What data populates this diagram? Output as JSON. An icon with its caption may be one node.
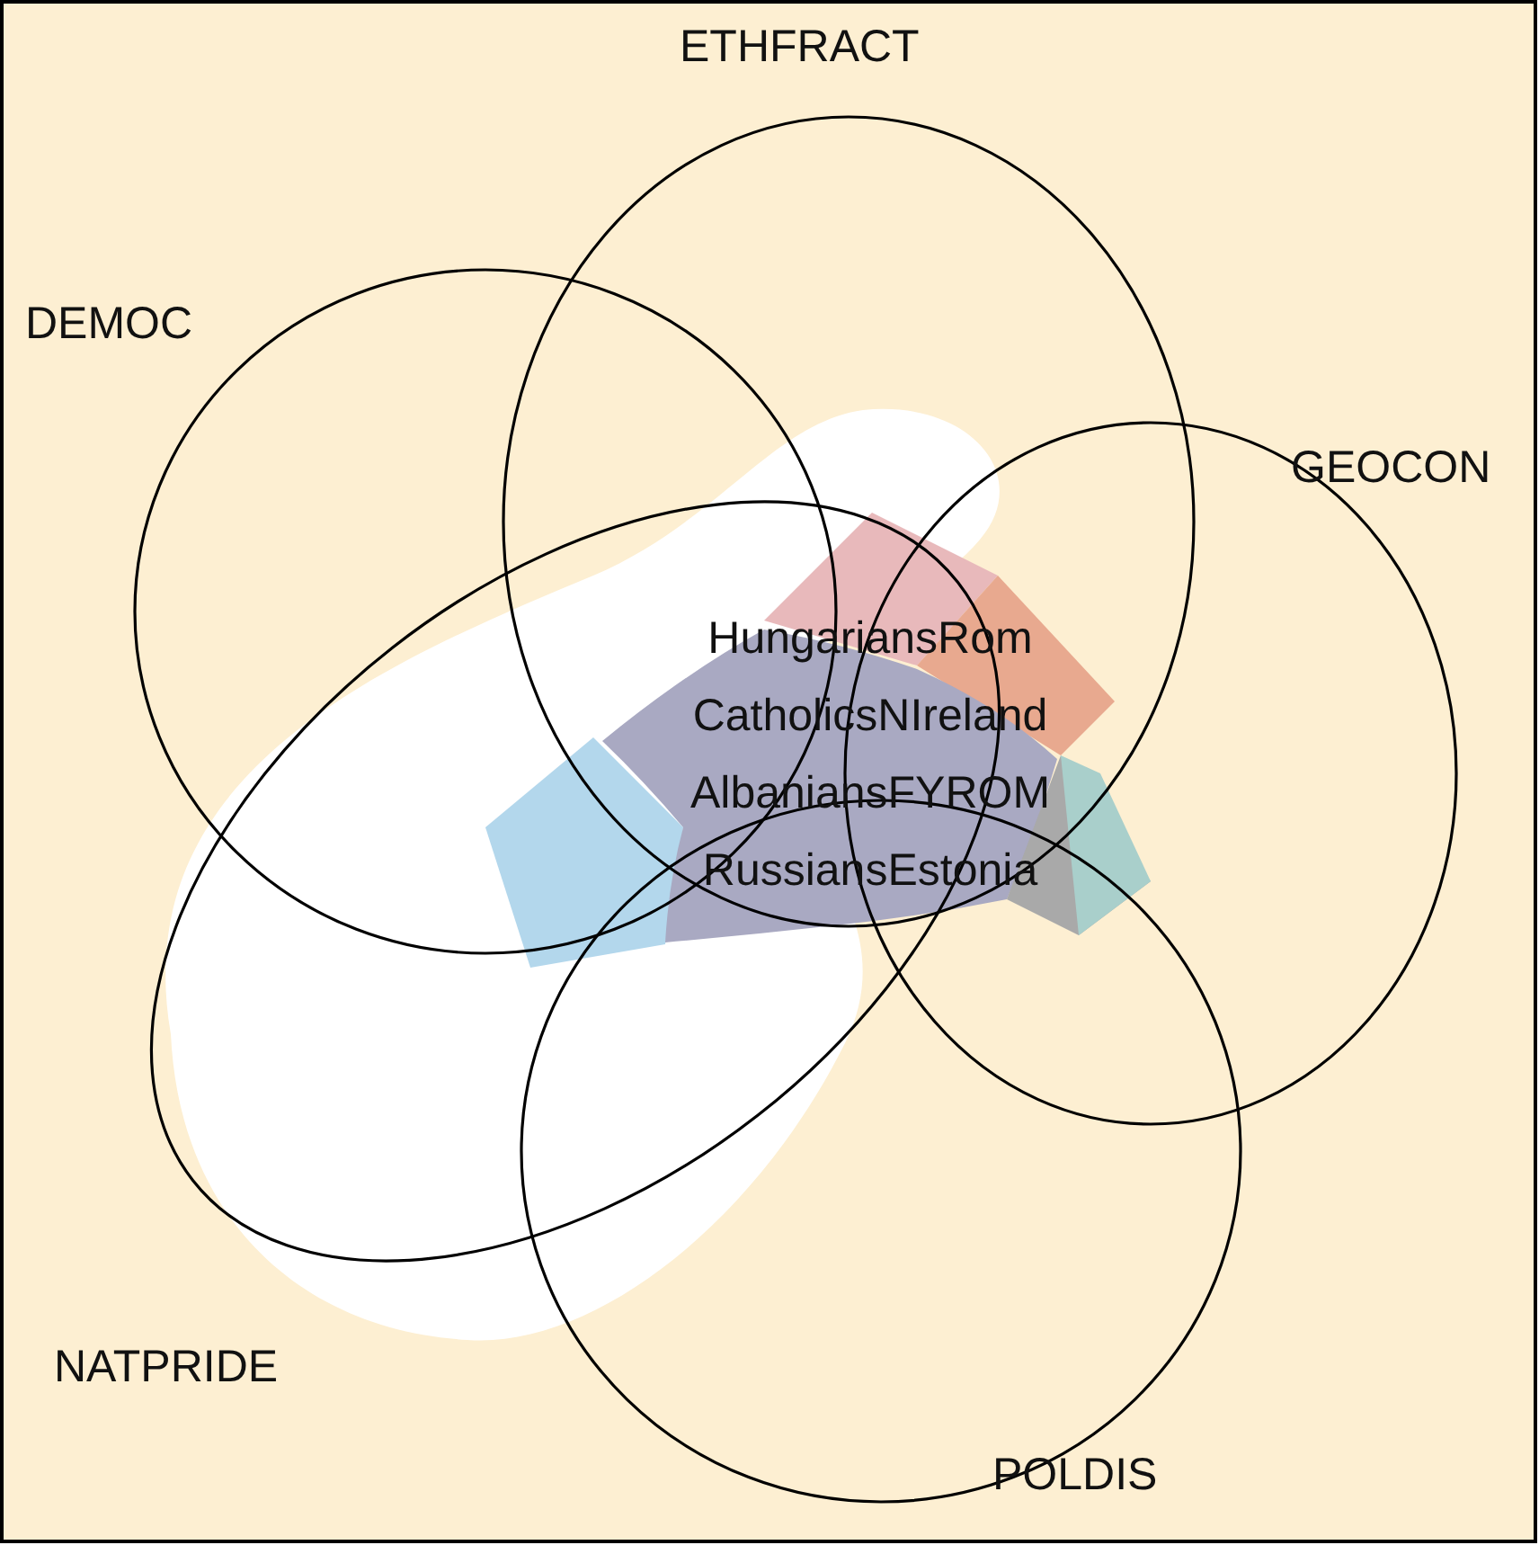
{
  "diagram": {
    "nodes": [
      {
        "text": [
          "ETHFRACT"
        ]
      },
      {
        "text": [
          "DEMOC"
        ]
      },
      {
        "text": [
          "GEOCON"
        ]
      },
      {
        "text": [
          "NATPRIDE"
        ]
      },
      {
        "text": [
          "POLDIS"
        ]
      }
    ],
    "labels": [
      "HungariansRom",
      "CatholicsNIreland",
      "AlbaniansFYROM",
      "RussiansEstonia"
    ]
  }
}
